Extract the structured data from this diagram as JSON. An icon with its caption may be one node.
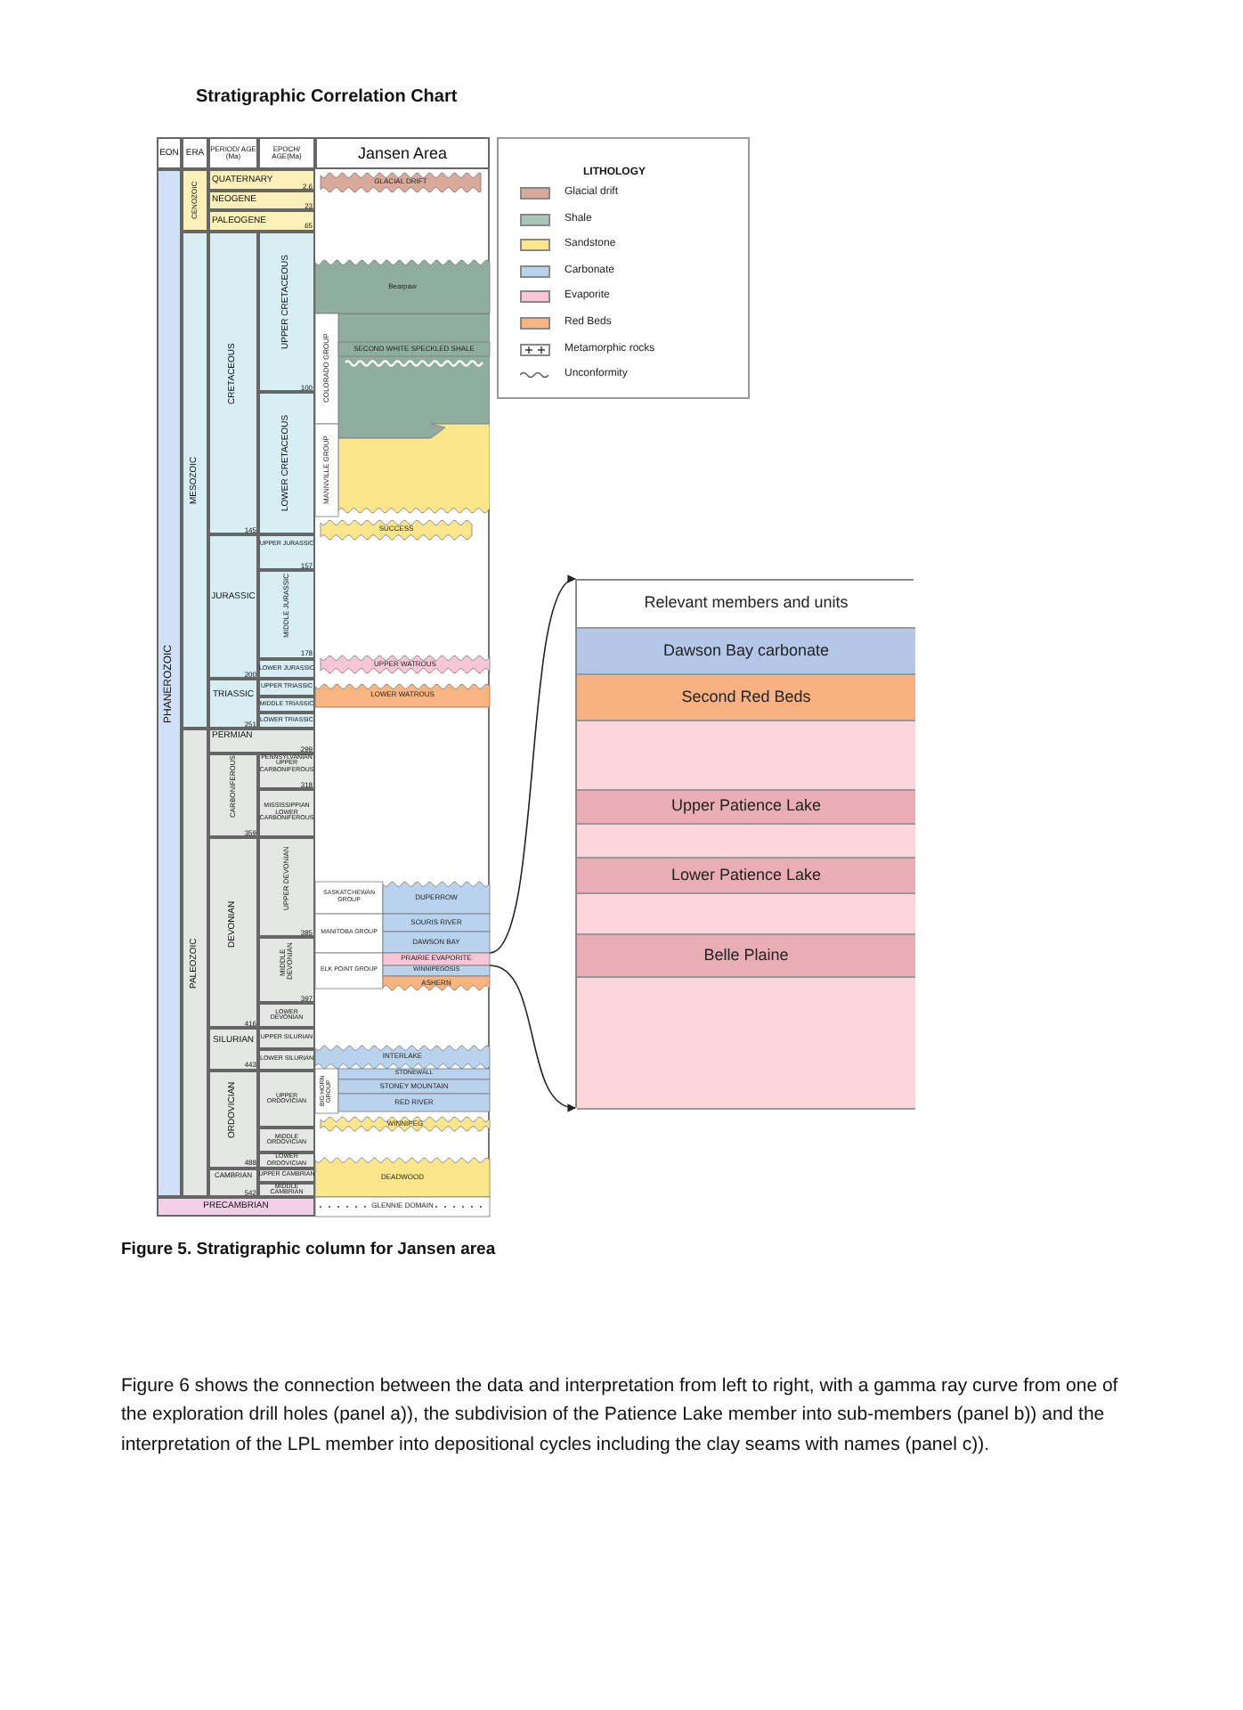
{
  "diagram": {
    "title": "Stratigraphic Correlation Chart",
    "caption": "Figure 5. Stratigraphic column for Jansen area",
    "nodes": [
      {
        "text": [
          "GLACIAL DRIFT"
        ]
      },
      {
        "text": [
          "Bearpaw"
        ]
      },
      {
        "text": [
          "COLORADO GROUP"
        ]
      },
      {
        "text": [
          "SECOND WHITE SPECKLED SHALE"
        ]
      },
      {
        "text": [
          "MANNVILLE GROUP"
        ]
      },
      {
        "text": [
          "SUCCESS"
        ]
      },
      {
        "text": [
          "UPPER WATROUS"
        ]
      },
      {
        "text": [
          "LOWER WATROUS"
        ]
      },
      {
        "text": [
          "SASKATCHEWAN GROUP"
        ]
      },
      {
        "text": [
          "DUPERROW"
        ]
      },
      {
        "text": [
          "MANITOBA GROUP"
        ]
      },
      {
        "text": [
          "SOURIS RIVER"
        ]
      },
      {
        "text": [
          "DAWSON BAY"
        ]
      },
      {
        "text": [
          "ELK POINT GROUP"
        ]
      },
      {
        "text": [
          "PRAIRIE EVAPORITE"
        ]
      },
      {
        "text": [
          "WINNIPEGOSIS"
        ]
      },
      {
        "text": [
          "ASHERN"
        ]
      },
      {
        "text": [
          "INTERLAKE"
        ]
      },
      {
        "text": [
          "BIG HORN GROUP"
        ]
      },
      {
        "text": [
          "STONEWALL"
        ]
      },
      {
        "text": [
          "STONEY MOUNTAIN"
        ]
      },
      {
        "text": [
          "RED RIVER"
        ]
      },
      {
        "text": [
          "WINNIPEG"
        ]
      },
      {
        "text": [
          "DEADWOOD"
        ]
      },
      {
        "text": [
          "GLENNIE DOMAIN"
        ]
      },
      {
        "text": [],
        "shape": "box"
      },
      {
        "text": [
          "Relevant members and units"
        ],
        "in": 25
      },
      {
        "text": [
          "Dawson Bay carbonate"
        ],
        "in": 25
      },
      {
        "text": [
          "Second Red Beds"
        ],
        "in": 25
      },
      {
        "text": [],
        "shape": "bar",
        "in": 25
      },
      {
        "text": [
          "Upper Patience Lake"
        ],
        "in": 25
      },
      {
        "text": [],
        "shape": "bar",
        "in": 25
      },
      {
        "text": [
          "Lower Patience Lake"
        ],
        "in": 25
      },
      {
        "text": [],
        "shape": "bar",
        "in": 25
      },
      {
        "text": [
          "Belle Plaine"
        ],
        "in": 25
      },
      {
        "text": [],
        "shape": "bar",
        "in": 25
      }
    ],
    "edges": [
      {
        "from": 14,
        "to": 25,
        "arrow": "to"
      },
      {
        "from": 14,
        "to": 25,
        "arrow": "to"
      }
    ],
    "labels": [
      "EON",
      "ERA",
      "PERIOD/ AGE (Ma)",
      "EPOCH/ AGE(Ma)",
      "Jansen Area",
      "PHANEROZOIC",
      "CENOZOIC",
      "QUATERNARY",
      "2.6",
      "NEOGENE",
      "23",
      "PALEOGENE",
      "65",
      "MESOZOIC",
      "CRETACEOUS",
      "UPPER CRETACEOUS",
      "100",
      "LOWER CRETACEOUS",
      "145",
      "JURASSIC",
      "UPPER JURASSIC",
      "157",
      "MIDDLE JURASSIC",
      "178",
      "LOWER JURASSIC",
      "200",
      "TRIASSIC",
      "UPPER TRIASSIC",
      "MIDDLE TRIASSIC",
      "LOWER TRIASSIC",
      "251",
      "PALEOZOIC",
      "PERMIAN",
      "299",
      "CARBONIFEROUS",
      "PENNSYLVANIAN UPPER CARBONIFEROUS",
      "318",
      "MISSISSIPPIAN LOWER CARBONIFEROUS",
      "359",
      "DEVONIAN",
      "UPPER DEVONIAN",
      "385",
      "MIDDLE DEVONIAN",
      "397",
      "LOWER DEVONIAN",
      "416",
      "SILURIAN",
      "UPPER SILURIAN",
      "443",
      "LOWER SILURIAN",
      "ORDOVICIAN",
      "UPPER ORDOVICIAN",
      "MIDDLE ORDOVICIAN",
      "LOWER ORDOVICIAN",
      "488",
      "CAMBRIAN",
      "UPPER CAMBRIAN",
      "MIDDLE CAMBRIAN",
      "542",
      "PRECAMBRIAN",
      "LITHOLOGY",
      "Figure 6 shows the connection between the data and interpretation from left to right, with a gamma ray curve from one of the exploration drill holes (panel a)), the subdivision of the Patience Lake member into sub-members (panel b)) and the interpretation of the LPL member into depositional cycles including the clay seams with names (panel c))."
    ],
    "legend": [
      {
        "text": "Glacial drift",
        "color": "#d9a99a"
      },
      {
        "text": "Shale",
        "color": "#a9c6b8"
      },
      {
        "text": "Sandstone",
        "color": "#fce68c"
      },
      {
        "text": "Carbonate",
        "color": "#b9d3ef"
      },
      {
        "text": "Evaporite",
        "color": "#f8c6d6"
      },
      {
        "text": "Red Beds",
        "color": "#f9b47f"
      },
      {
        "text": "Metamorphic rocks"
      },
      {
        "text": "Unconformity"
      }
    ]
  }
}
